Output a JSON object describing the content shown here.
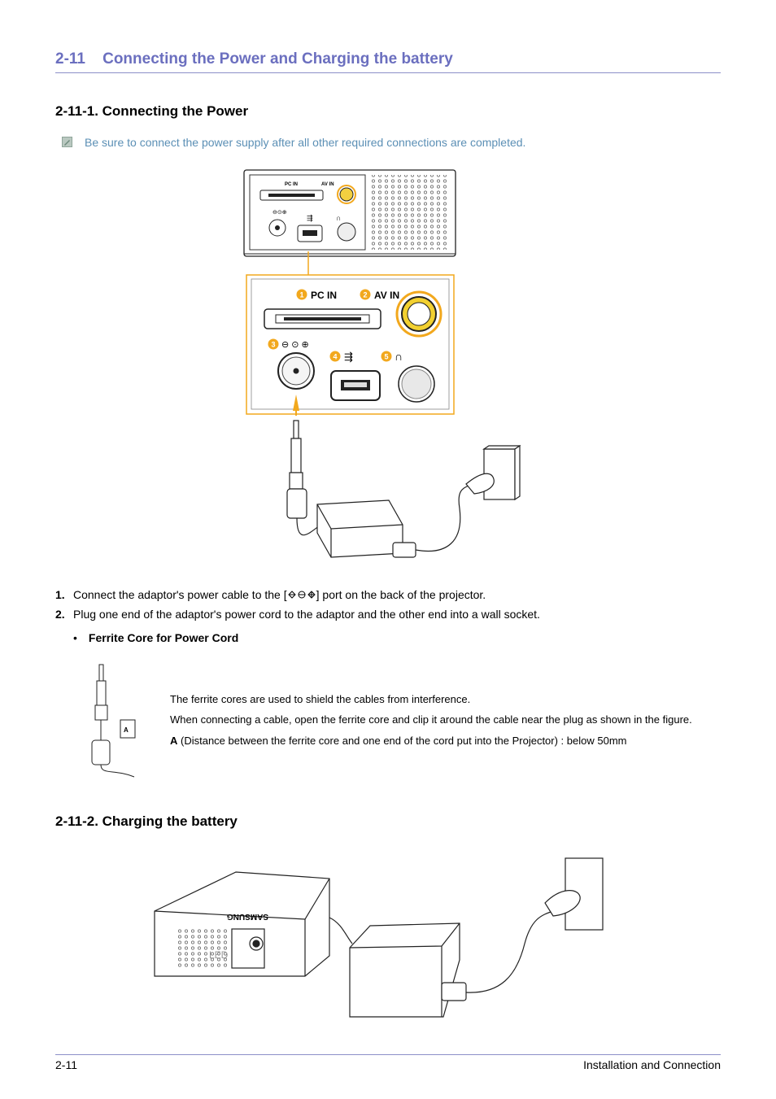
{
  "section": {
    "number": "2-11",
    "title": "Connecting the Power and Charging the battery"
  },
  "sub1": {
    "title": "2-11-1. Connecting the Power"
  },
  "note": {
    "text": "Be sure to connect the power supply after all other required connections are completed.",
    "icon": "note-icon"
  },
  "figure1": {
    "small_labels": {
      "pc_in": "PC IN",
      "av_in": "AV IN"
    },
    "ports": [
      {
        "n": "1",
        "label": "PC IN"
      },
      {
        "n": "2",
        "label": "AV IN"
      },
      {
        "n": "3",
        "label": ""
      },
      {
        "n": "4",
        "label": ""
      },
      {
        "n": "5",
        "label": ""
      }
    ],
    "accent": "#f2a81d"
  },
  "steps": [
    {
      "num": "1.",
      "before": "Connect the adaptor's power cable to the [",
      "after": "] port on the back of the projector."
    },
    {
      "num": "2.",
      "text": "Plug one end of the adaptor's power cord to the adaptor and the other end into a wall socket."
    }
  ],
  "bullet": {
    "mark": "•",
    "text": "Ferrite Core for Power Cord"
  },
  "ferrite": {
    "label_a": "A",
    "line1": "The ferrite cores are used to shield the cables from interference.",
    "line2": "When connecting a cable, open the ferrite core and clip it around the cable near the plug as shown in the figure.",
    "line3_bold": "A",
    "line3": " (Distance between the ferrite core and one end of the cord put into the Projector) : below 50mm"
  },
  "sub2": {
    "title": "2-11-2. Charging the battery"
  },
  "figure2": {
    "brand": "SAMSUNG",
    "led": "LED"
  },
  "footer": {
    "page": "2-11",
    "chapter": "Installation and Connection"
  }
}
